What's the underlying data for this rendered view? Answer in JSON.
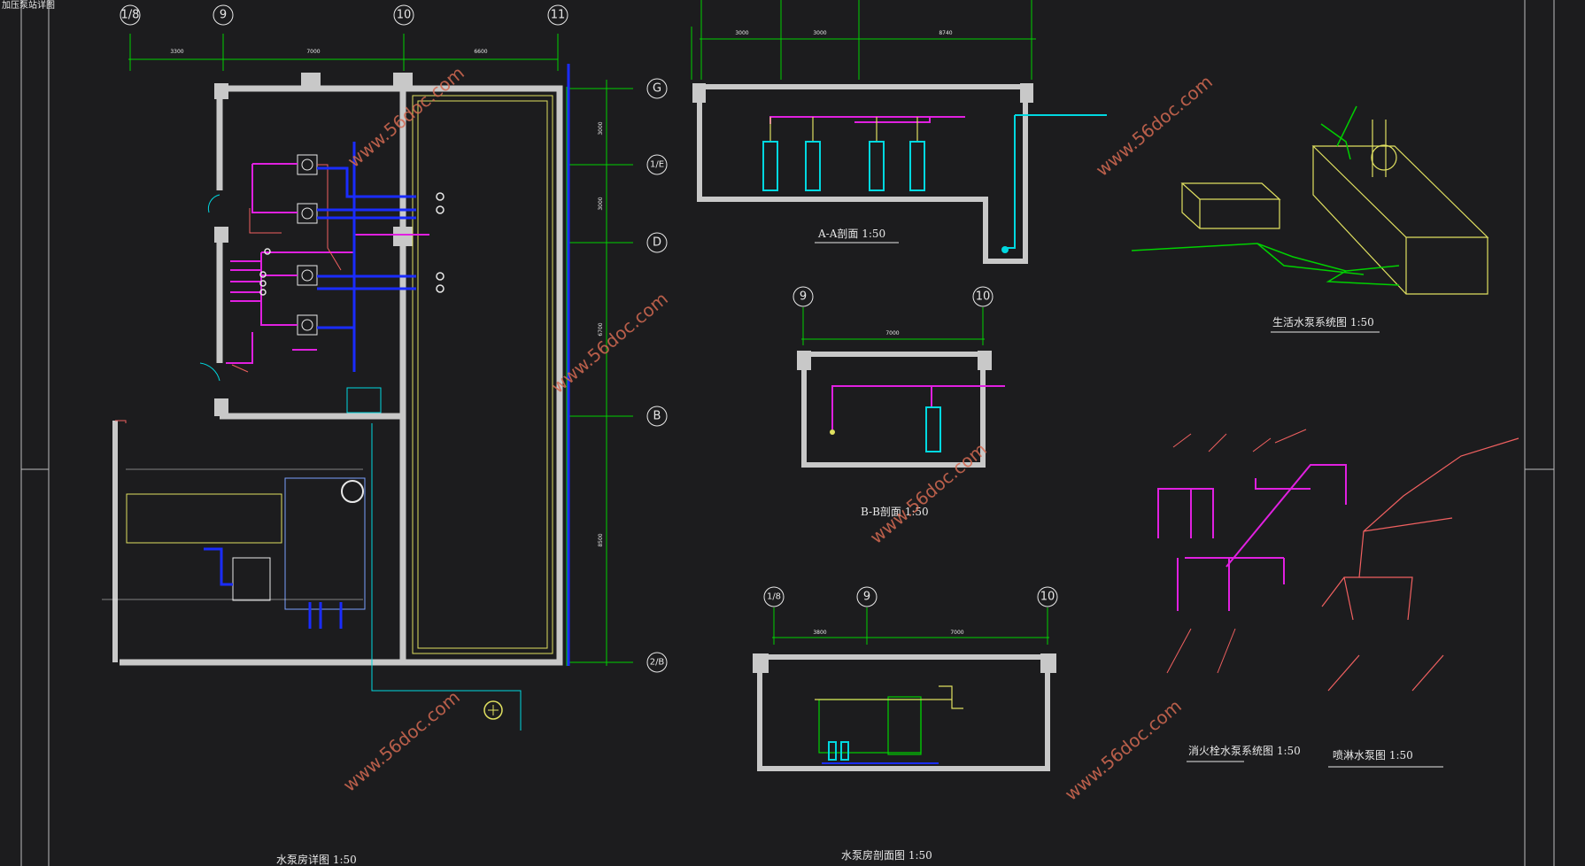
{
  "corner_label": "加压泵站详图",
  "drawing_titles": {
    "plan": "水泵房详图  1:50",
    "section_aa": "A-A剖面  1:50",
    "section_bb": "B-B剖面  1:50",
    "pump_section": "水泵房剖面图  1:50",
    "domestic_system": "生活水泵系统图  1:50",
    "hydrant_system": "消火栓水泵系统图  1:50",
    "sprinkler_system": "喷淋水泵图  1:50"
  },
  "axis_labels": {
    "plan_top": [
      "1/8",
      "9",
      "10",
      "11"
    ],
    "plan_right": [
      "G",
      "1/E",
      "D",
      "B",
      "2/B"
    ],
    "bb_top": [
      "9",
      "10"
    ],
    "pump_section_top": [
      "1/8",
      "9",
      "10"
    ]
  },
  "dimensions": {
    "plan_top": [
      "3300",
      "7000",
      "6600"
    ],
    "aa_top": [
      "3000",
      "3000",
      "8740"
    ],
    "bb_top": [
      "7000"
    ],
    "pump_section_top": [
      "3800",
      "7000"
    ],
    "plan_right": [
      "3000",
      "3000",
      "6700",
      "8500"
    ]
  },
  "watermark": "www.56doc.com",
  "colors": {
    "background": "#1c1c1e",
    "wall": "#c8c8c8",
    "axis": "#00d000",
    "pipe_magenta": "#e020e0",
    "pipe_blue": "#1a2cff",
    "pipe_cyan": "#00d8e0",
    "pipe_red": "#f06060",
    "pipe_yellow": "#e0e060",
    "watermark": "#d46a52"
  }
}
